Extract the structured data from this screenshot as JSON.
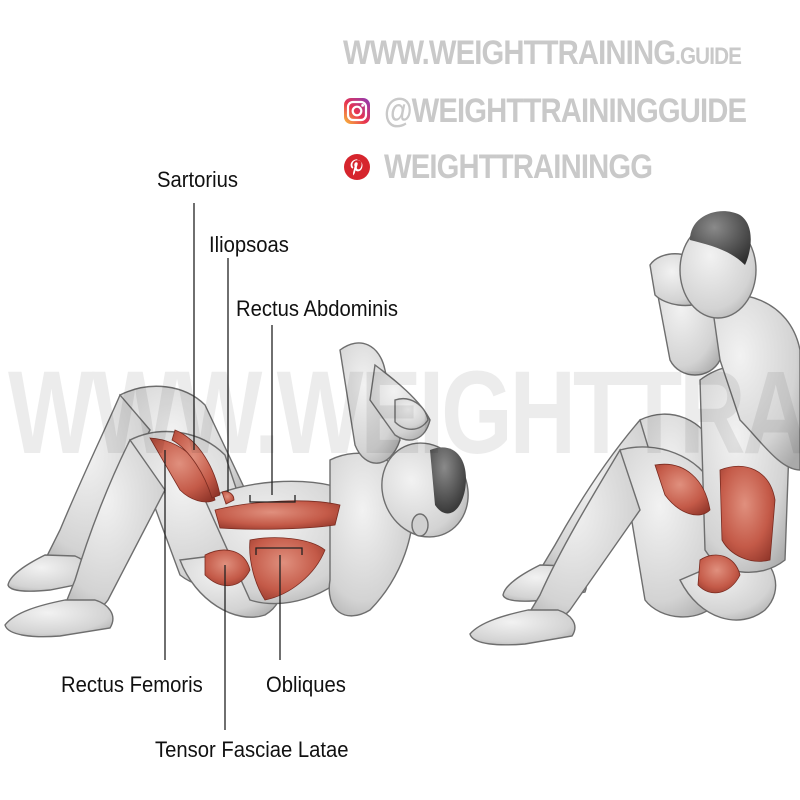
{
  "branding": {
    "website": "WWW.WEIGHTTRAINING",
    "website_suffix": ".GUIDE",
    "instagram_handle": "@WEIGHTTRAININGGUIDE",
    "pinterest_handle": "WEIGHTTRAININGG",
    "text_color": "#c9c9c9"
  },
  "watermark": {
    "text": "WWW.WEIGHTTRAINING.GUIDE"
  },
  "labels": {
    "sartorius": "Sartorius",
    "iliopsoas": "Iliopsoas",
    "rectus_abdominis": "Rectus Abdominis",
    "rectus_femoris": "Rectus Femoris",
    "obliques": "Obliques",
    "tensor_fasciae_latae": "Tensor Fasciae Latae"
  },
  "colors": {
    "muscle_highlight": "#c45a48",
    "body_gray": "#d6d6d6",
    "outline": "#6e6e6e",
    "leader_line": "#222222"
  },
  "icons": {
    "instagram": "instagram-icon",
    "pinterest": "pinterest-icon"
  }
}
